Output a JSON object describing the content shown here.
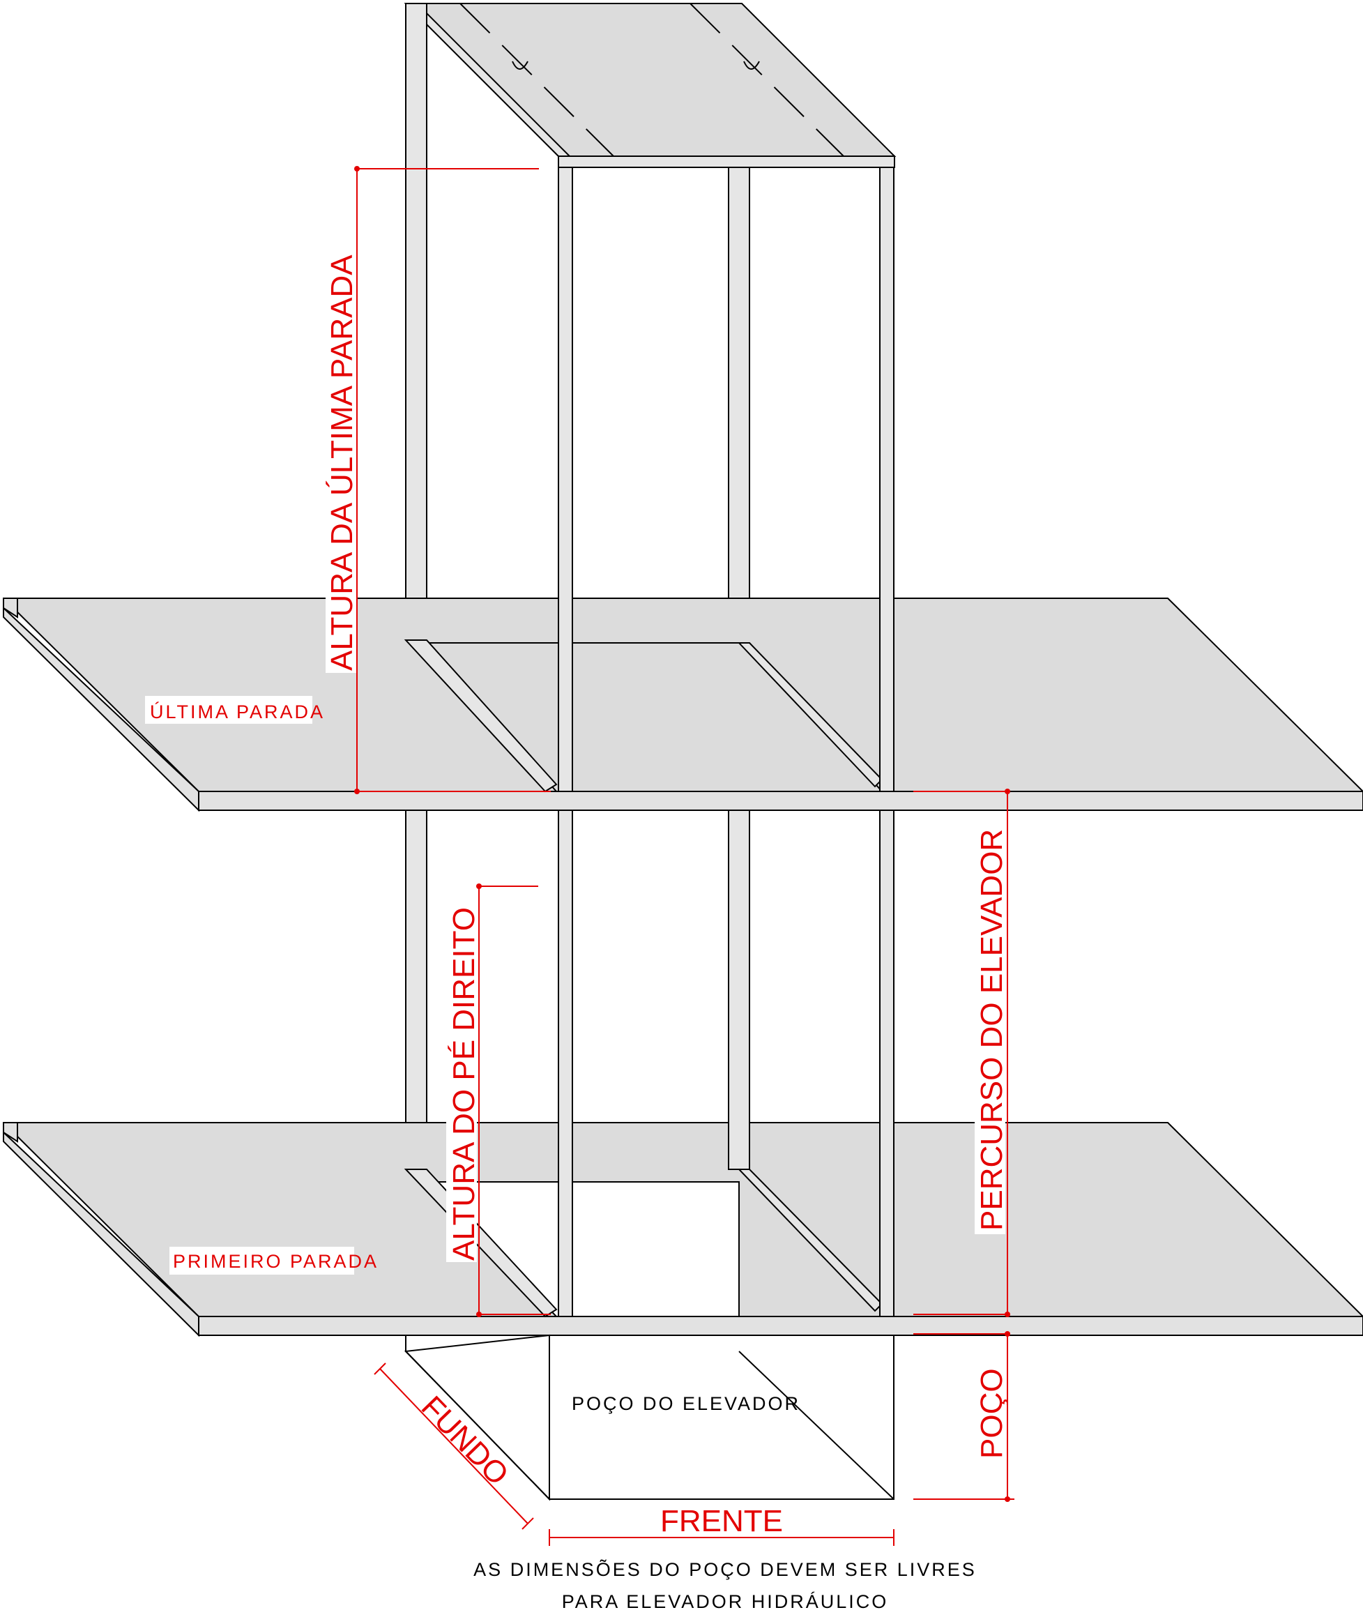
{
  "labels": {
    "ultima_parada": "ÚLTIMA PARADA",
    "primeiro_parada": "PRIMEIRO PARADA",
    "poco_do_elevador": "POÇO DO ELEVADOR",
    "note_line1": "AS DIMENSÕES DO POÇO DEVEM SER LIVRES",
    "note_line2": "PARA ELEVADOR HIDRÁULICO"
  },
  "dimensions": {
    "altura_ultima_parada": "ALTURA DA ÚLTIMA PARADA",
    "altura_pe_direito": "ALTURA DO PÉ DIREITO",
    "percurso_elevador": "PERCURSO DO ELEVADOR",
    "poco": "POÇO",
    "fundo": "FUNDO",
    "frente": "FRENTE"
  },
  "colors": {
    "dimension": "#e30000",
    "slab": "#dcdcdc",
    "frame": "#e6e6e6",
    "outline": "#000000"
  }
}
